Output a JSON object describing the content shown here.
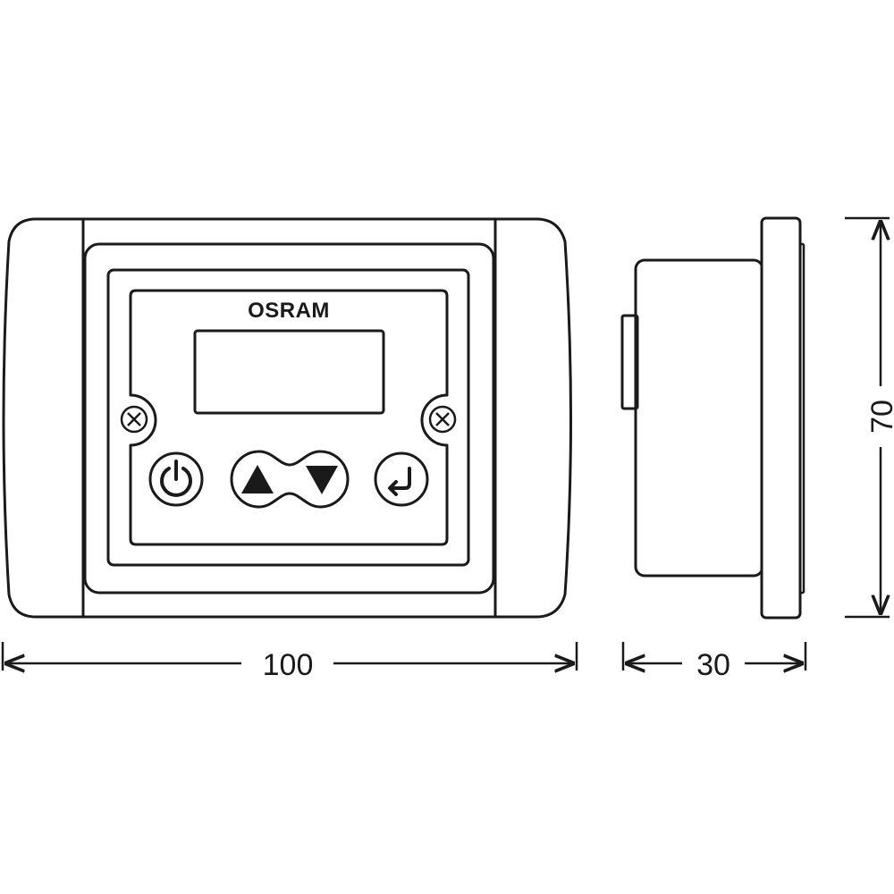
{
  "brand": {
    "name": "OSRAM"
  },
  "dimensions": {
    "width": "100",
    "depth": "30",
    "height": "70"
  },
  "icons": {
    "power": "power-icon",
    "up": "triangle-up-icon",
    "down": "triangle-down-icon",
    "enter": "enter-return-icon",
    "screw": "screw-icon"
  },
  "colors": {
    "line": "#1a1a1a",
    "background": "#ffffff"
  }
}
